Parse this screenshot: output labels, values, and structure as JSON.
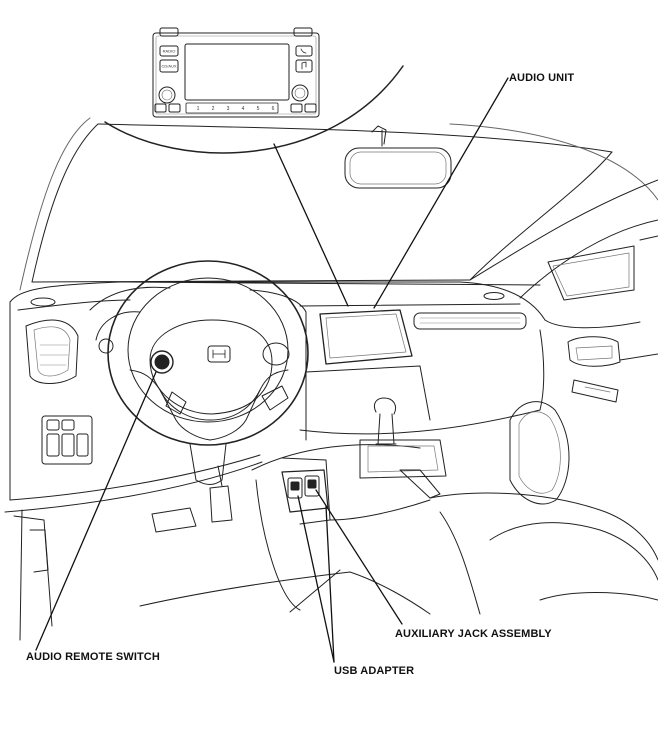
{
  "callouts": {
    "audio_unit": "AUDIO UNIT",
    "auxiliary_jack_assembly": "AUXILIARY JACK ASSEMBLY",
    "audio_remote_switch": "AUDIO REMOTE SWITCH",
    "usb_adapter": "USB ADAPTER"
  },
  "audio_unit_detail": {
    "left_buttons": [
      "RADIO",
      "CD/AUX"
    ],
    "preset_buttons": [
      "1",
      "2",
      "3",
      "4",
      "5",
      "6"
    ]
  }
}
